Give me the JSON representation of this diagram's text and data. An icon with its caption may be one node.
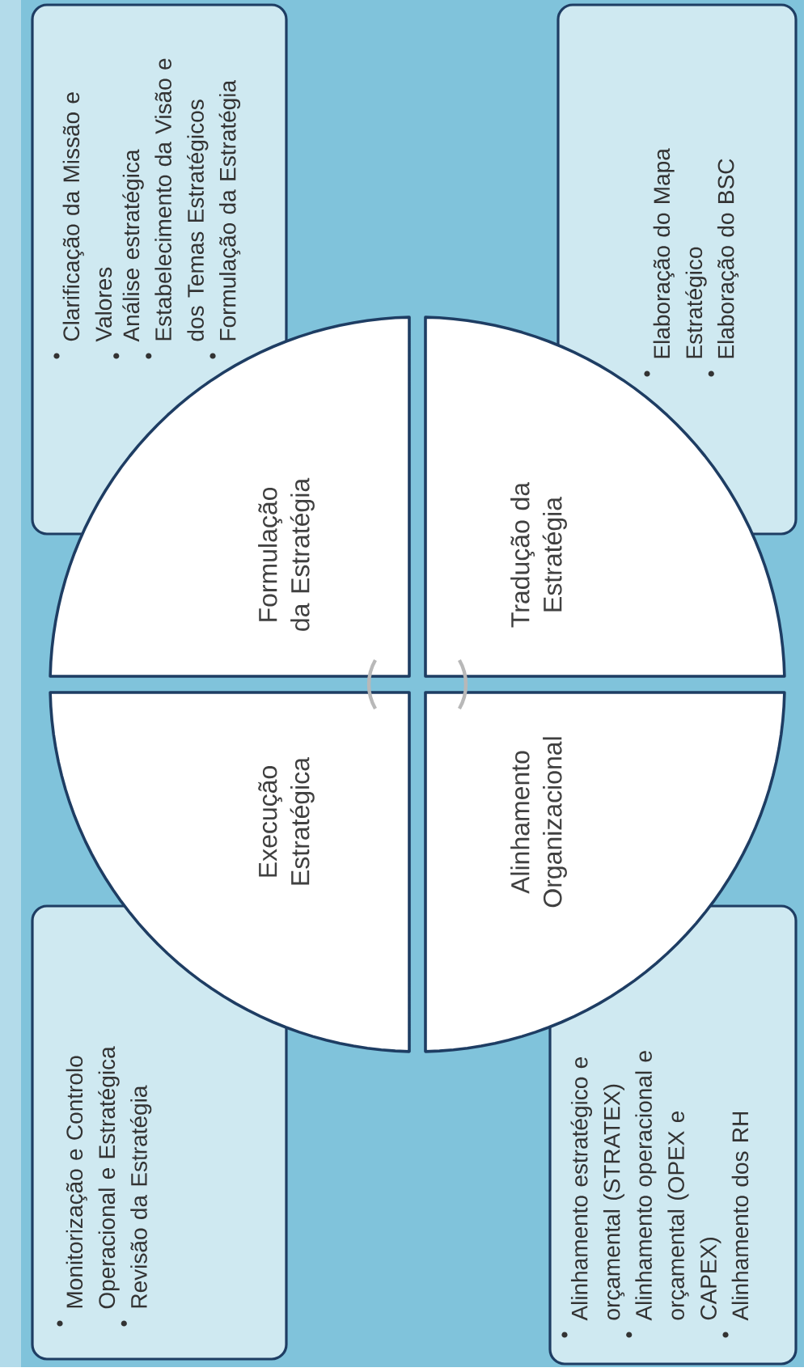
{
  "diagram": {
    "nodes": [
      {
        "text": [
          "Formulação da Estratégia"
        ]
      },
      {
        "text": [
          "Tradução da Estratégia"
        ]
      },
      {
        "text": [
          "Alinhamento Organizacional"
        ]
      },
      {
        "text": [
          "Execução Estratégica"
        ]
      },
      {
        "text": [
          "Clarificação da Missão e Valores",
          "Análise estratégica",
          "Estabelecimento da Visão e dos Temas Estratégicos",
          "Formulação da Estratégia"
        ]
      },
      {
        "text": [
          "Elaboração do Mapa Estratégico",
          "Elaboração do BSC"
        ]
      },
      {
        "text": [
          "Alinhamento estratégico e orçamental (STRATEX)",
          "Alinhamento operacional e orçamental (OPEX e CAPEX)",
          "Alinhamento dos RH"
        ]
      },
      {
        "text": [
          "Monitorização e Controlo Operacional e Estratégica",
          "Revisão da Estratégia"
        ]
      }
    ]
  }
}
